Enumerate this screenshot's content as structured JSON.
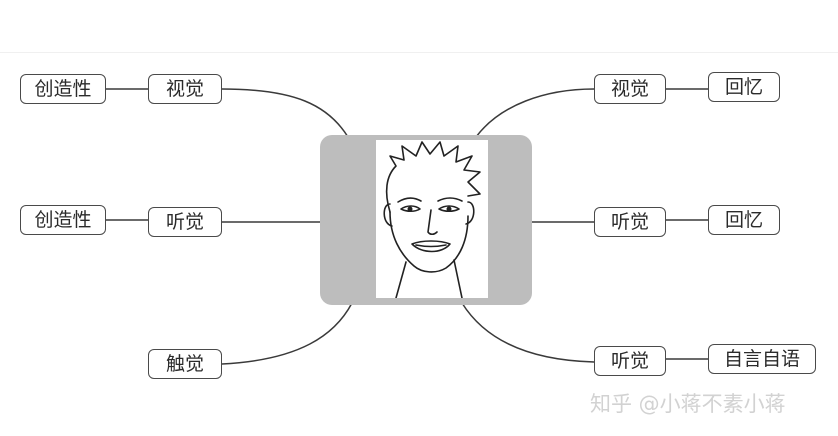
{
  "nodes": {
    "left_top_outer": "创造性",
    "left_top_inner": "视觉",
    "left_mid_outer": "创造性",
    "left_mid_inner": "听觉",
    "left_bottom_inner": "触觉",
    "right_top_inner": "视觉",
    "right_top_outer": "回忆",
    "right_mid_inner": "听觉",
    "right_mid_outer": "回忆",
    "right_bottom_inner": "听觉",
    "right_bottom_outer": "自言自语"
  },
  "watermark": "知乎 @小蒋不素小蒋",
  "colors": {
    "line": "#3a3a3a",
    "frame": "#bdbdbd",
    "node_border": "#4a4a4a",
    "watermark": "#d2d2d2"
  }
}
